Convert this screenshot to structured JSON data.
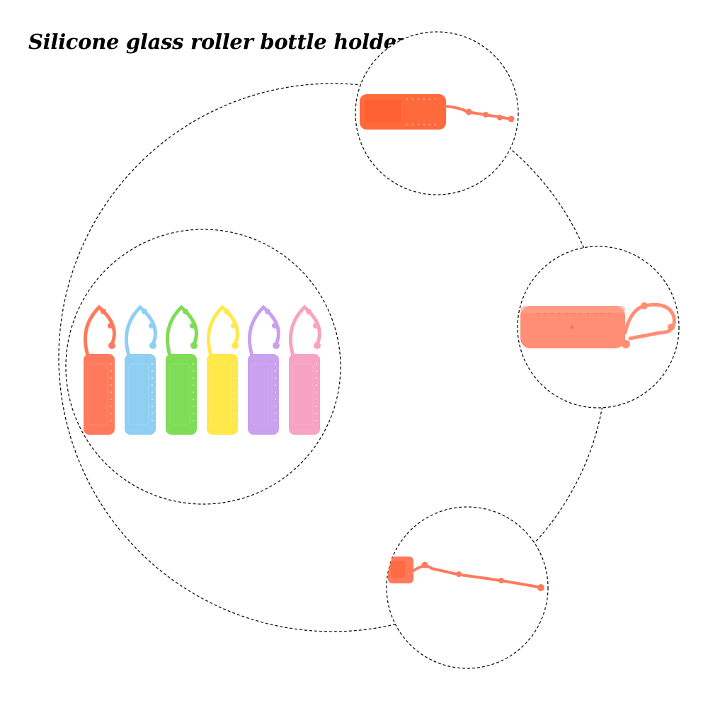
{
  "title": "Silicone glass roller bottle holder",
  "colors": {
    "coral": "#ff7a5c",
    "blue": "#8fd0f2",
    "green": "#7fdc57",
    "yellow": "#ffe94a",
    "purple": "#c9a1ef",
    "pink": "#f7a3c2",
    "detail_orange": "#ff6a3d",
    "detail_salmon": "#ff8e74"
  },
  "holders": [
    {
      "color_name": "coral"
    },
    {
      "color_name": "blue"
    },
    {
      "color_name": "green"
    },
    {
      "color_name": "yellow"
    },
    {
      "color_name": "purple"
    },
    {
      "color_name": "pink"
    }
  ]
}
